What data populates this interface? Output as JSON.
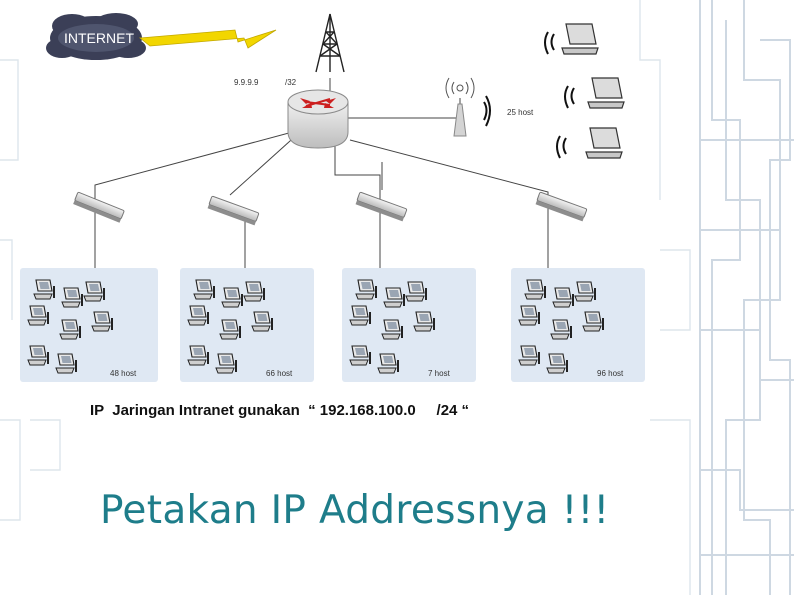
{
  "diagram": {
    "internet_label": "INTERNET",
    "public_ip": "9.9.9.9",
    "public_prefix": "/32",
    "wireless_hosts": "25 host",
    "lans": [
      {
        "hosts": "48 host"
      },
      {
        "hosts": "66 host"
      },
      {
        "hosts": "7 host"
      },
      {
        "hosts": "96 host"
      }
    ]
  },
  "caption": "IP  Jaringan Intranet gunakan  “ 192.168.100.0     /24 “",
  "title": "Petakan IP Addressnya !!!",
  "colors": {
    "title": "#1e7d8a",
    "cloud": "#3b3f57",
    "lan_panel": "#dfe8f3",
    "router": "#d8d8d8",
    "router_arrows": "#cc1f1f",
    "lightning": "#f2d600"
  }
}
